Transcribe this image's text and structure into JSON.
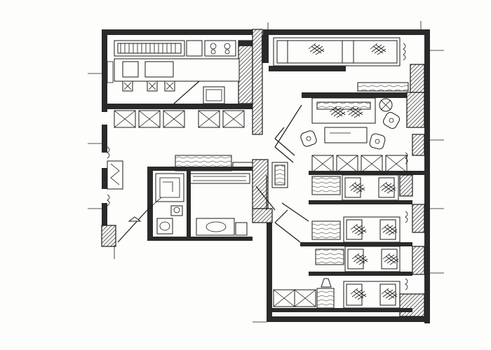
{
  "plan": {
    "style": "hand-drawn apartment floor plan",
    "ink_color": "#1a1a1a",
    "paper_color": "#fdfdfb",
    "rooms": [
      {
        "id": "kitchen"
      },
      {
        "id": "corridor"
      },
      {
        "id": "bathroom"
      },
      {
        "id": "living-room"
      },
      {
        "id": "bedroom-top"
      },
      {
        "id": "bedroom-middle"
      },
      {
        "id": "bedroom-lower"
      },
      {
        "id": "bedroom-bottom"
      }
    ]
  }
}
